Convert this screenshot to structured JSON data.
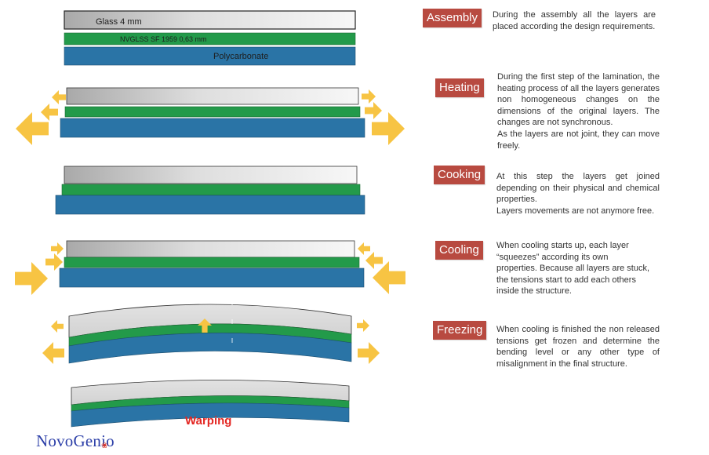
{
  "layers": {
    "glass": "Glass 4 mm",
    "interlayer": "NVGLSS SF 1959  0,63 mm",
    "polycarbonate": "Polycarbonate"
  },
  "steps": [
    {
      "name": "Assembly",
      "lines": [
        "During the assembly all the layers are placed according the design requirements."
      ]
    },
    {
      "name": "Heating",
      "lines": [
        "During the first step of the lamination, the heating process of all the layers generates non homogeneous changes on the dimensions of the original layers. The changes are not synchronous.",
        "As the layers are not joint, they can move freely."
      ]
    },
    {
      "name": "Cooking",
      "lines": [
        "At this step the layers get joined depending on their physical and chemical properties.",
        "Layers movements are not anymore free."
      ]
    },
    {
      "name": "Cooling",
      "lines": [
        "When cooling starts up, each layer “squeezes” according its own properties. Because all layers are stuck, the tensions start to add each others inside the structure."
      ]
    },
    {
      "name": "Freezing",
      "lines": [
        "When cooling is finished the non released tensions get frozen and determine the bending level or any other type of misalignment in the final structure."
      ]
    }
  ],
  "result_label": "Warping",
  "logo": {
    "prefix": "NovoGen",
    "suffix": "io"
  },
  "colors": {
    "glass_light": "#f7f7f7",
    "glass_dark": "#a9a9a9",
    "interlayer": "#239a4a",
    "polycarbonate": "#2a74a6",
    "arrow": "#f7c443",
    "badge": "#b84a40",
    "warping": "#e32622",
    "logo": "#2c3fa8"
  }
}
